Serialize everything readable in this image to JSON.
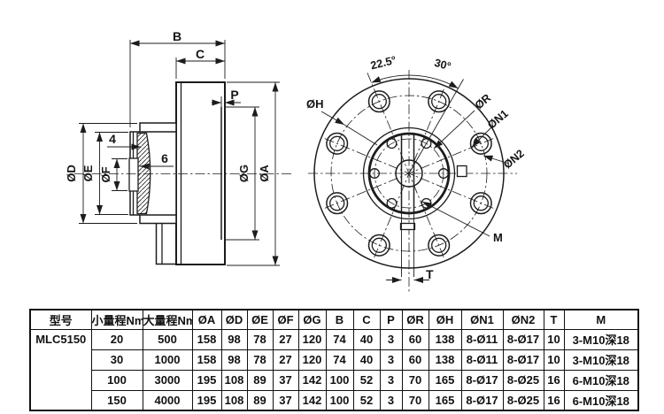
{
  "colors": {
    "line": "#1c1c1c",
    "background": "#ffffff"
  },
  "drawing": {
    "side_view": {
      "b": "B",
      "c": "C",
      "p": "P",
      "four": "4",
      "six": "6",
      "dia_d": "ØD",
      "dia_e": "ØE",
      "dia_f": "ØF",
      "dia_g": "ØG",
      "dia_a": "ØA"
    },
    "front_view": {
      "angle_small": "22.5°",
      "angle_big": "30°",
      "dia_h": "ØH",
      "dia_r": "ØR",
      "dia_n1": "ØN1",
      "dia_n2": "ØN2",
      "m": "M",
      "t": "T"
    }
  },
  "table": {
    "model": "MLC5150",
    "headers": [
      "型号",
      "小量程Nm",
      "大量程Nm",
      "ØA",
      "ØD",
      "ØE",
      "ØF",
      "ØG",
      "B",
      "C",
      "P",
      "ØR",
      "ØH",
      "ØN1",
      "ØN2",
      "T",
      "M"
    ],
    "rows": [
      [
        "20",
        "500",
        "158",
        "98",
        "78",
        "27",
        "120",
        "74",
        "40",
        "3",
        "60",
        "138",
        "8-Ø11",
        "8-Ø17",
        "10",
        "3-M10深18"
      ],
      [
        "30",
        "1000",
        "158",
        "98",
        "78",
        "27",
        "120",
        "74",
        "40",
        "3",
        "60",
        "138",
        "8-Ø11",
        "8-Ø17",
        "10",
        "3-M10深18"
      ],
      [
        "100",
        "3000",
        "195",
        "108",
        "89",
        "37",
        "142",
        "100",
        "52",
        "3",
        "70",
        "165",
        "8-Ø17",
        "8-Ø25",
        "16",
        "6-M10深18"
      ],
      [
        "150",
        "4000",
        "195",
        "108",
        "89",
        "37",
        "142",
        "100",
        "52",
        "3",
        "70",
        "165",
        "8-Ø17",
        "8-Ø25",
        "16",
        "6-M10深18"
      ]
    ]
  }
}
